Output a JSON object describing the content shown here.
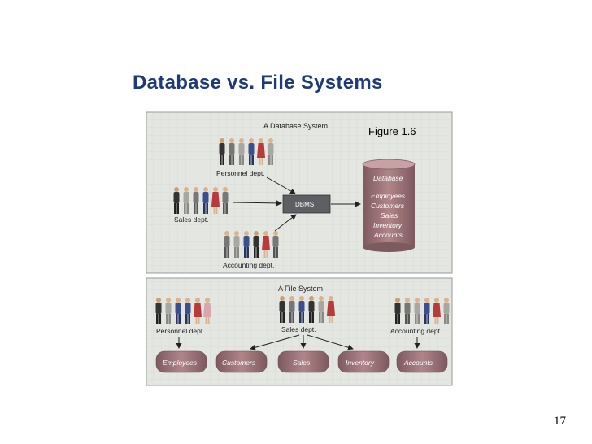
{
  "slide": {
    "title": "Database vs. File Systems",
    "page_number": "17"
  },
  "figure": {
    "reference": "Figure 1.6",
    "database_system": {
      "title": "A Database System",
      "departments": [
        "Personnel dept.",
        "Sales dept.",
        "Accounting dept."
      ],
      "dbms_label": "DBMS",
      "database_title": "Database",
      "database_items": [
        "Employees",
        "Customers",
        "Sales",
        "Inventory",
        "Accounts"
      ]
    },
    "file_system": {
      "title": "A File System",
      "departments": [
        "Personnel dept.",
        "Sales dept.",
        "Accounting dept."
      ],
      "files": [
        "Employees",
        "Customers",
        "Sales",
        "Inventory",
        "Accounts"
      ]
    }
  },
  "colors": {
    "title": "#1f3a78",
    "panel_background": "#e4e6e2",
    "grid": "#cfd2cc",
    "database_fill": "#9a6f73",
    "dbms_fill": "#5d5f62"
  }
}
